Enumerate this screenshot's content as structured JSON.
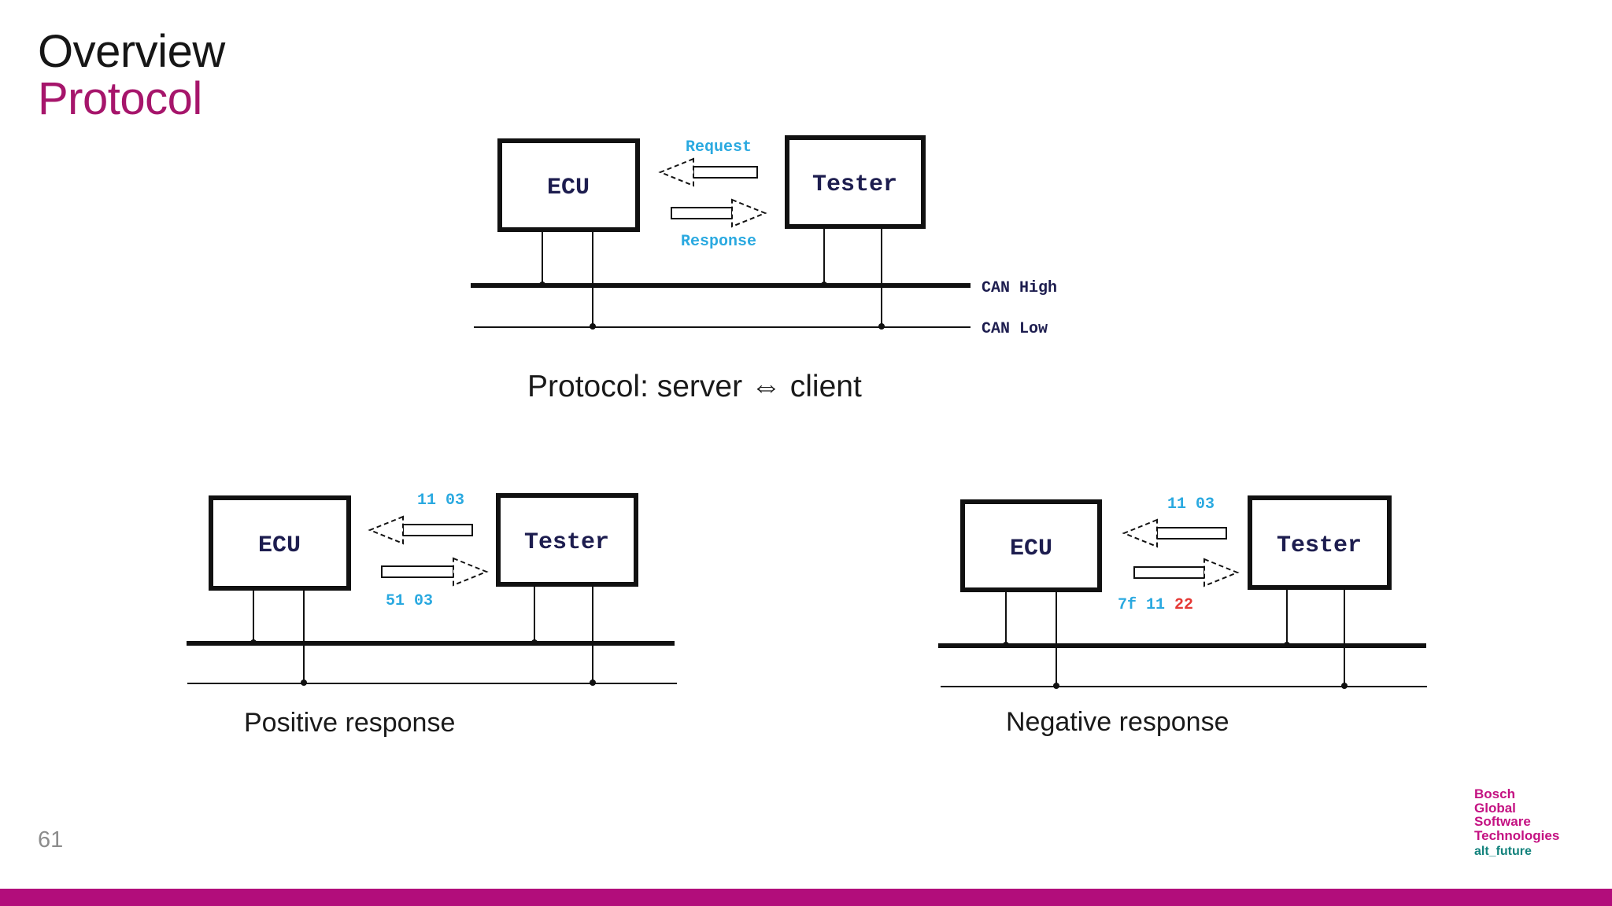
{
  "slide": {
    "title_line1": "Overview",
    "title_line2": "Protocol",
    "protocol_statement": "Protocol: server ⇔ client",
    "page_number": "61"
  },
  "colors": {
    "title_magenta": "#A6156B",
    "footer_bar_magenta": "#B20D7B",
    "logo_magenta": "#C41282",
    "tagline_teal": "#12827C",
    "message_cyan": "#2AA9E0",
    "nrc_red": "#E53935",
    "diagram_ink": "#1d1d4f"
  },
  "top_diagram": {
    "ecu_label": "ECU",
    "tester_label": "Tester",
    "request_label": "Request",
    "response_label": "Response",
    "can_high_label": "CAN High",
    "can_low_label": "CAN Low"
  },
  "positive_diagram": {
    "ecu_label": "ECU",
    "tester_label": "Tester",
    "request_bytes": "11 03",
    "response_bytes": "51 03",
    "caption": "Positive response"
  },
  "negative_diagram": {
    "ecu_label": "ECU",
    "tester_label": "Tester",
    "request_bytes": "11 03",
    "response_bytes_prefix": "7f 11",
    "response_bytes_nrc": "22",
    "caption": "Negative response"
  },
  "footer": {
    "logo_lines": [
      "Bosch",
      "Global",
      "Software",
      "Technologies"
    ],
    "logo_tagline": "alt_future"
  }
}
